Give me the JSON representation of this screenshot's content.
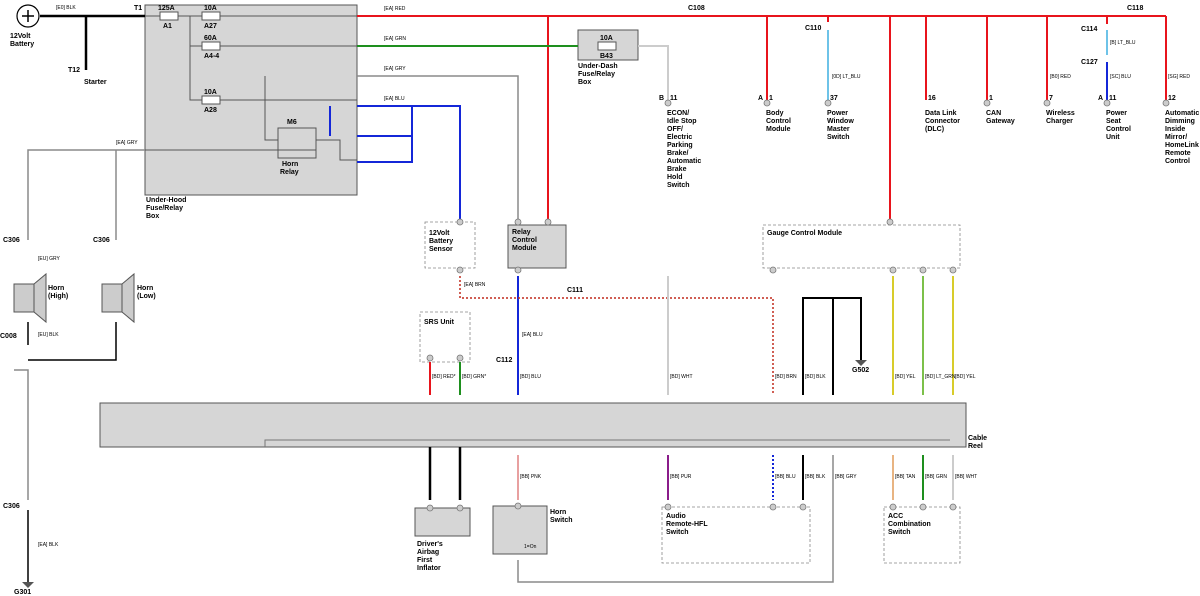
{
  "labels": {
    "battery": [
      "12Volt",
      "Battery"
    ],
    "starter": "Starter",
    "t12": "T12",
    "t1": "T1",
    "underhood": [
      "Under-Hood",
      "Fuse/Relay",
      "Box"
    ],
    "underdash": [
      "Under-Dash",
      "Fuse/Relay",
      "Box"
    ],
    "fuses": {
      "a1": [
        "125A",
        "A1"
      ],
      "a27": [
        "10A",
        "A27"
      ],
      "a44": [
        "60A",
        "A4-4"
      ],
      "a28": [
        "10A",
        "A28"
      ],
      "b43": [
        "10A",
        "B43"
      ]
    },
    "m6": "M6",
    "horn_relay": [
      "Horn",
      "Relay"
    ],
    "battery_sensor": [
      "12Volt",
      "Battery",
      "Sensor"
    ],
    "relay_ctrl": [
      "Relay",
      "Control",
      "Module"
    ],
    "srs_unit": "SRS Unit",
    "gauge_module": "Gauge Control Module",
    "cable_reel": [
      "Cable",
      "Reel"
    ],
    "horn_high": [
      "Horn",
      "(High)"
    ],
    "horn_low": [
      "Horn",
      "(Low)"
    ],
    "g301": "G301",
    "g502": "G502",
    "driver_airbag": [
      "Driver's",
      "Airbag",
      "First",
      "Inflator"
    ],
    "horn_switch": [
      "Horn",
      "Switch"
    ],
    "on_label": "1=On",
    "audio_switch": [
      "Audio",
      "Remote-HFL",
      "Switch"
    ],
    "acc_switch": [
      "ACC",
      "Combination",
      "Switch"
    ]
  },
  "connectors": {
    "c108": "C108",
    "c118": "C118",
    "c110": "C110",
    "c114": "C114",
    "c127": "C127",
    "c306a": "C306",
    "c306b": "C306",
    "c306c": "C306",
    "c008": "C008",
    "c111": "C111",
    "c112": "C112"
  },
  "top_components": [
    {
      "name": "econ",
      "letter": "B",
      "pin": "11",
      "lines": [
        "ECON/",
        "Idle Stop",
        "OFF/",
        "Electric",
        "Parking",
        "Brake/",
        "Automatic",
        "Brake",
        "Hold",
        "Switch"
      ]
    },
    {
      "name": "body-control",
      "letter": "A",
      "pin": "1",
      "lines": [
        "Body",
        "Control",
        "Module"
      ]
    },
    {
      "name": "power-window",
      "letter": "",
      "pin": "37",
      "lines": [
        "Power",
        "Window",
        "Master",
        "Switch"
      ]
    },
    {
      "name": "dlc",
      "letter": "",
      "pin": "16",
      "lines": [
        "Data Link",
        "Connector",
        "(DLC)"
      ]
    },
    {
      "name": "can-gateway",
      "letter": "",
      "pin": "1",
      "lines": [
        "CAN",
        "Gateway"
      ]
    },
    {
      "name": "wireless-charger",
      "letter": "",
      "pin": "7",
      "lines": [
        "Wireless",
        "Charger"
      ]
    },
    {
      "name": "power-seat",
      "letter": "A",
      "pin": "11",
      "lines": [
        "Power",
        "Seat",
        "Control",
        "Unit"
      ]
    },
    {
      "name": "auto-dimming",
      "letter": "",
      "pin": "12",
      "lines": [
        "Automatic",
        "Dimming",
        "Inside",
        "Mirror/",
        "HomeLink",
        "Remote",
        "Control"
      ]
    }
  ],
  "wire_codes": {
    "blk": "[E0] BLK",
    "red": "[EA] RED",
    "grn": "[EA] GRN",
    "gry": "[EA] GRY",
    "blu": "[EA] BLU",
    "eu_gry": "[EU] GRY",
    "eu_blk": "[EU] BLK",
    "ea_brn": "[EA] BRN",
    "ea_blu": "[EA] BLU",
    "ea_blk": "[EA] BLK",
    "ea_gry40": "[EA] GRY",
    "ltblu": "[0D] LT_BLU",
    "b0red": "[B0] RED",
    "b0_ltblu": "[B] LT_BLU",
    "sc_blu": "[SC] BLU",
    "b0_red": "[B0] RED",
    "sg_red": "[SG] RED",
    "bd_red": "[BD] RED*",
    "bd_grn": "[BD] GRN*",
    "bd_blu": "[BD] BLU",
    "bd_wht": "[BD] WHT",
    "bd_brn": "[BD] BRN",
    "bd_blk": "[BD] BLK",
    "bd_yel": "[BD] YEL",
    "bd_ltgrn": "[BD] LT_GRN",
    "bd_yel2": "[BD] YEL",
    "bb_pnk": "[BB] PNK",
    "bb_pur": "[BB] PUR",
    "bb_blu": "[BB] BLU",
    "bb_blk": "[BB] BLK",
    "bb_gry": "[BB] GRY",
    "bb_tan": "[BB] TAN",
    "bb_grn": "[BB] GRN",
    "bb_wht": "[BB] WHT"
  },
  "colors": {
    "red": "#e8141c",
    "green": "#1e8f1e",
    "blue": "#1427d8",
    "gray": "#8a8a8a",
    "lightblue": "#6ec3e8",
    "yellow": "#d8cc2a",
    "ltgreen": "#7cc04a",
    "brown": "#c0281c",
    "purple": "#8a1c8a",
    "pink": "#e8a0a0",
    "tan": "#e8b482",
    "white": "#cccccc",
    "black": "#000000"
  }
}
